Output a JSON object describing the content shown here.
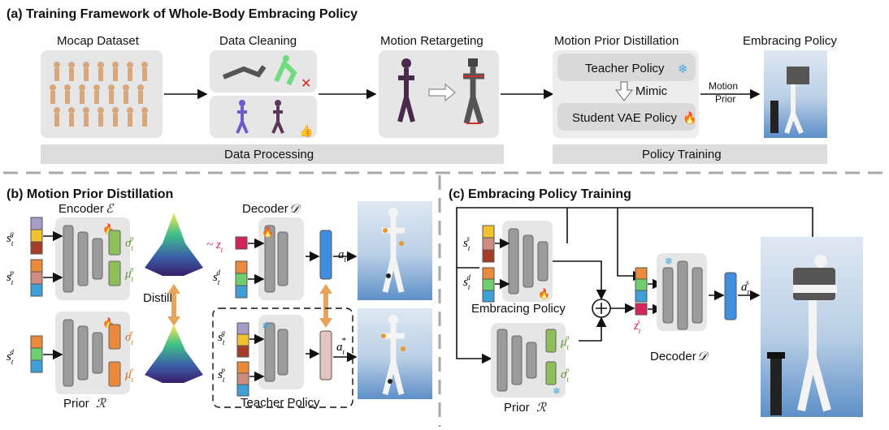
{
  "part_a": {
    "title": "(a) Training Framework of Whole-Body Embracing Policy",
    "mocap": "Mocap Dataset",
    "cleaning": "Data Cleaning",
    "retarget": "Motion Retargeting",
    "distill_title": "Motion Prior Distillation",
    "teacher": "Teacher Policy",
    "mimic": "Mimic",
    "student": "Student VAE Policy",
    "motion_prior_1": "Motion",
    "motion_prior_2": "Prior",
    "embracing": "Embracing Policy",
    "processing": "Data Processing",
    "training": "Policy Training"
  },
  "part_b": {
    "title": "(b) Motion Prior Distillation",
    "encoder": "Encoder",
    "encoder_sym": "ℰ",
    "decoder": "Decoder",
    "decoder_sym": "𝒟",
    "distill": "Distill",
    "prior": "Prior",
    "prior_sym": "ℛ",
    "teacher": "Teacher Policy",
    "s": "s",
    "sup_g": "g",
    "sup_p": "p",
    "sup_d": "d",
    "sub_t": "t",
    "sigma": "σ",
    "mu": "μ",
    "sup_e": "e",
    "z_prefix": "~ z",
    "a": "a",
    "a_star": "*"
  },
  "part_c": {
    "title": "(c) Embracing Policy Training",
    "embracing": "Embracing Policy",
    "prior": "Prior",
    "prior_sym": "ℛ",
    "decoder": "Decoder",
    "decoder_sym": "𝒟",
    "s": "s",
    "sup_s": "s",
    "sup_d": "d",
    "sub_t": "t",
    "mu": "μ",
    "sigma": "σ",
    "sup_p": "p",
    "z": "z",
    "a": "a"
  },
  "colors": {
    "purple": "#a79cc6",
    "yellow": "#f2c230",
    "darkred": "#a63d2a",
    "orange": "#ec8a3c",
    "pink": "#cf8d7f",
    "green": "#6fcf6f",
    "blue": "#3fa0d8",
    "magenta": "#d4245a",
    "mean_green": "#8fbf5a",
    "enc_orange": "#ec8a3c",
    "out_blue": "#3f8fe0",
    "teacher_out": "#e4c4c0",
    "double_arrow": "#e8a35a",
    "flame": "#e8452c",
    "snow": "#4aa8dc"
  }
}
